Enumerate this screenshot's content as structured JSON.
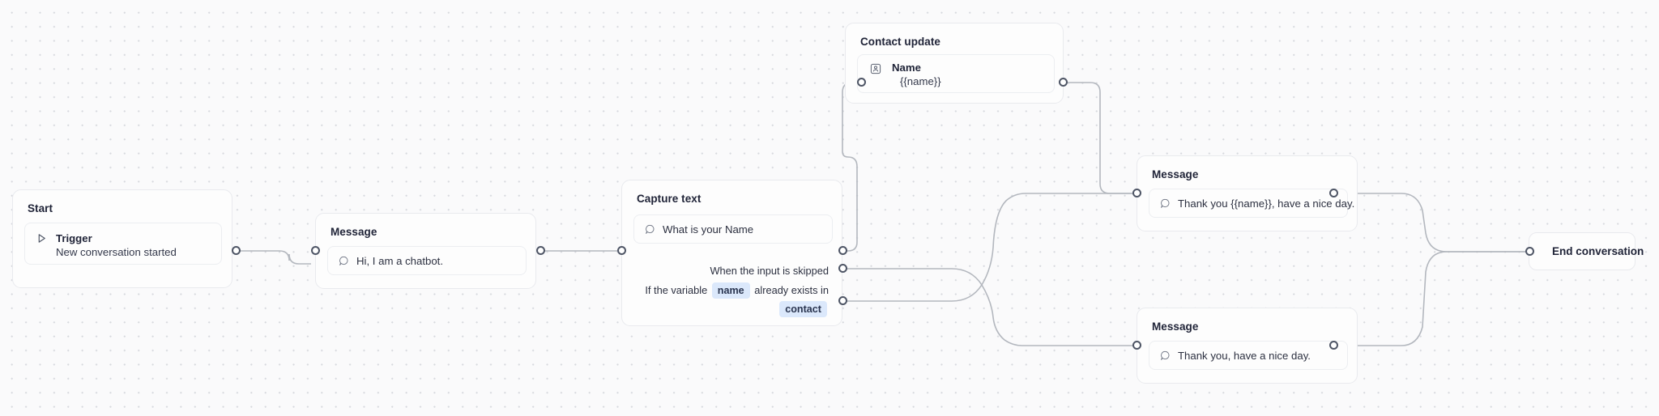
{
  "canvas": {
    "background": "#fafafb",
    "dot_color": "#d7d9de",
    "edge_color": "#b3b7be",
    "port_color": "#4e5565",
    "chip_bg": "#dbe8fb"
  },
  "nodes": {
    "start": {
      "title": "Start",
      "trigger_label": "Trigger",
      "trigger_sub": "New conversation started",
      "icon": "play-triangle-icon"
    },
    "message_intro": {
      "title": "Message",
      "text": "Hi, I am a chatbot.",
      "icon": "speech-bubble-icon"
    },
    "capture_text": {
      "title": "Capture text",
      "prompt": "What is your Name",
      "icon": "speech-bubble-icon",
      "conditions": [
        {
          "id": "skipped",
          "text": "When the input is skipped"
        },
        {
          "id": "variable-exists",
          "prefix": "If the variable",
          "chip_variable": "name",
          "middle": "already exists in",
          "chip_target": "contact"
        }
      ]
    },
    "contact_update": {
      "title": "Contact update",
      "field_label": "Name",
      "field_value": "{{name}}",
      "icon": "contact-card-icon"
    },
    "message_named": {
      "title": "Message",
      "text": "Thank you {{name}}, have a nice day.",
      "icon": "speech-bubble-icon"
    },
    "message_generic": {
      "title": "Message",
      "text": "Thank you, have a nice day.",
      "icon": "speech-bubble-icon"
    },
    "end_conversation": {
      "title": "End conversation"
    }
  }
}
